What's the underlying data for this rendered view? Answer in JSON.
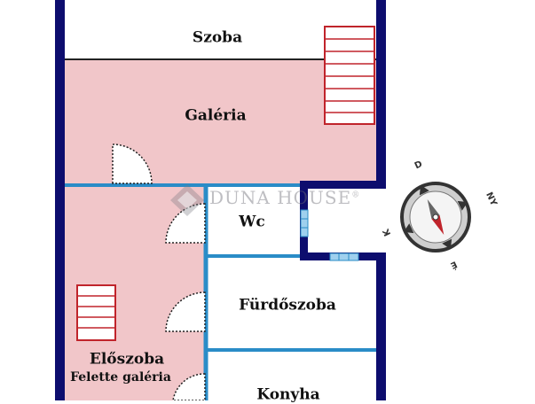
{
  "colors": {
    "wall": "#0d0d6e",
    "pink_fill": "#f1c6c9",
    "stair_red": "#c0242b",
    "partition_blue": "#2a8cc7",
    "door_dots": "#222222"
  },
  "rooms": {
    "szoba": "Szoba",
    "galeria": "Galéria",
    "wc": "Wc",
    "furdoszoba": "Fürdőszoba",
    "eloszoba": "Előszoba",
    "eloszoba_note": "Felette galéria",
    "konyha": "Konyha"
  },
  "watermark": {
    "text": "DUNA HOUSE",
    "mark": "®"
  },
  "compass": {
    "letters": [
      "D",
      "NY",
      "K",
      "É"
    ],
    "needle_color": "#c0242b"
  }
}
